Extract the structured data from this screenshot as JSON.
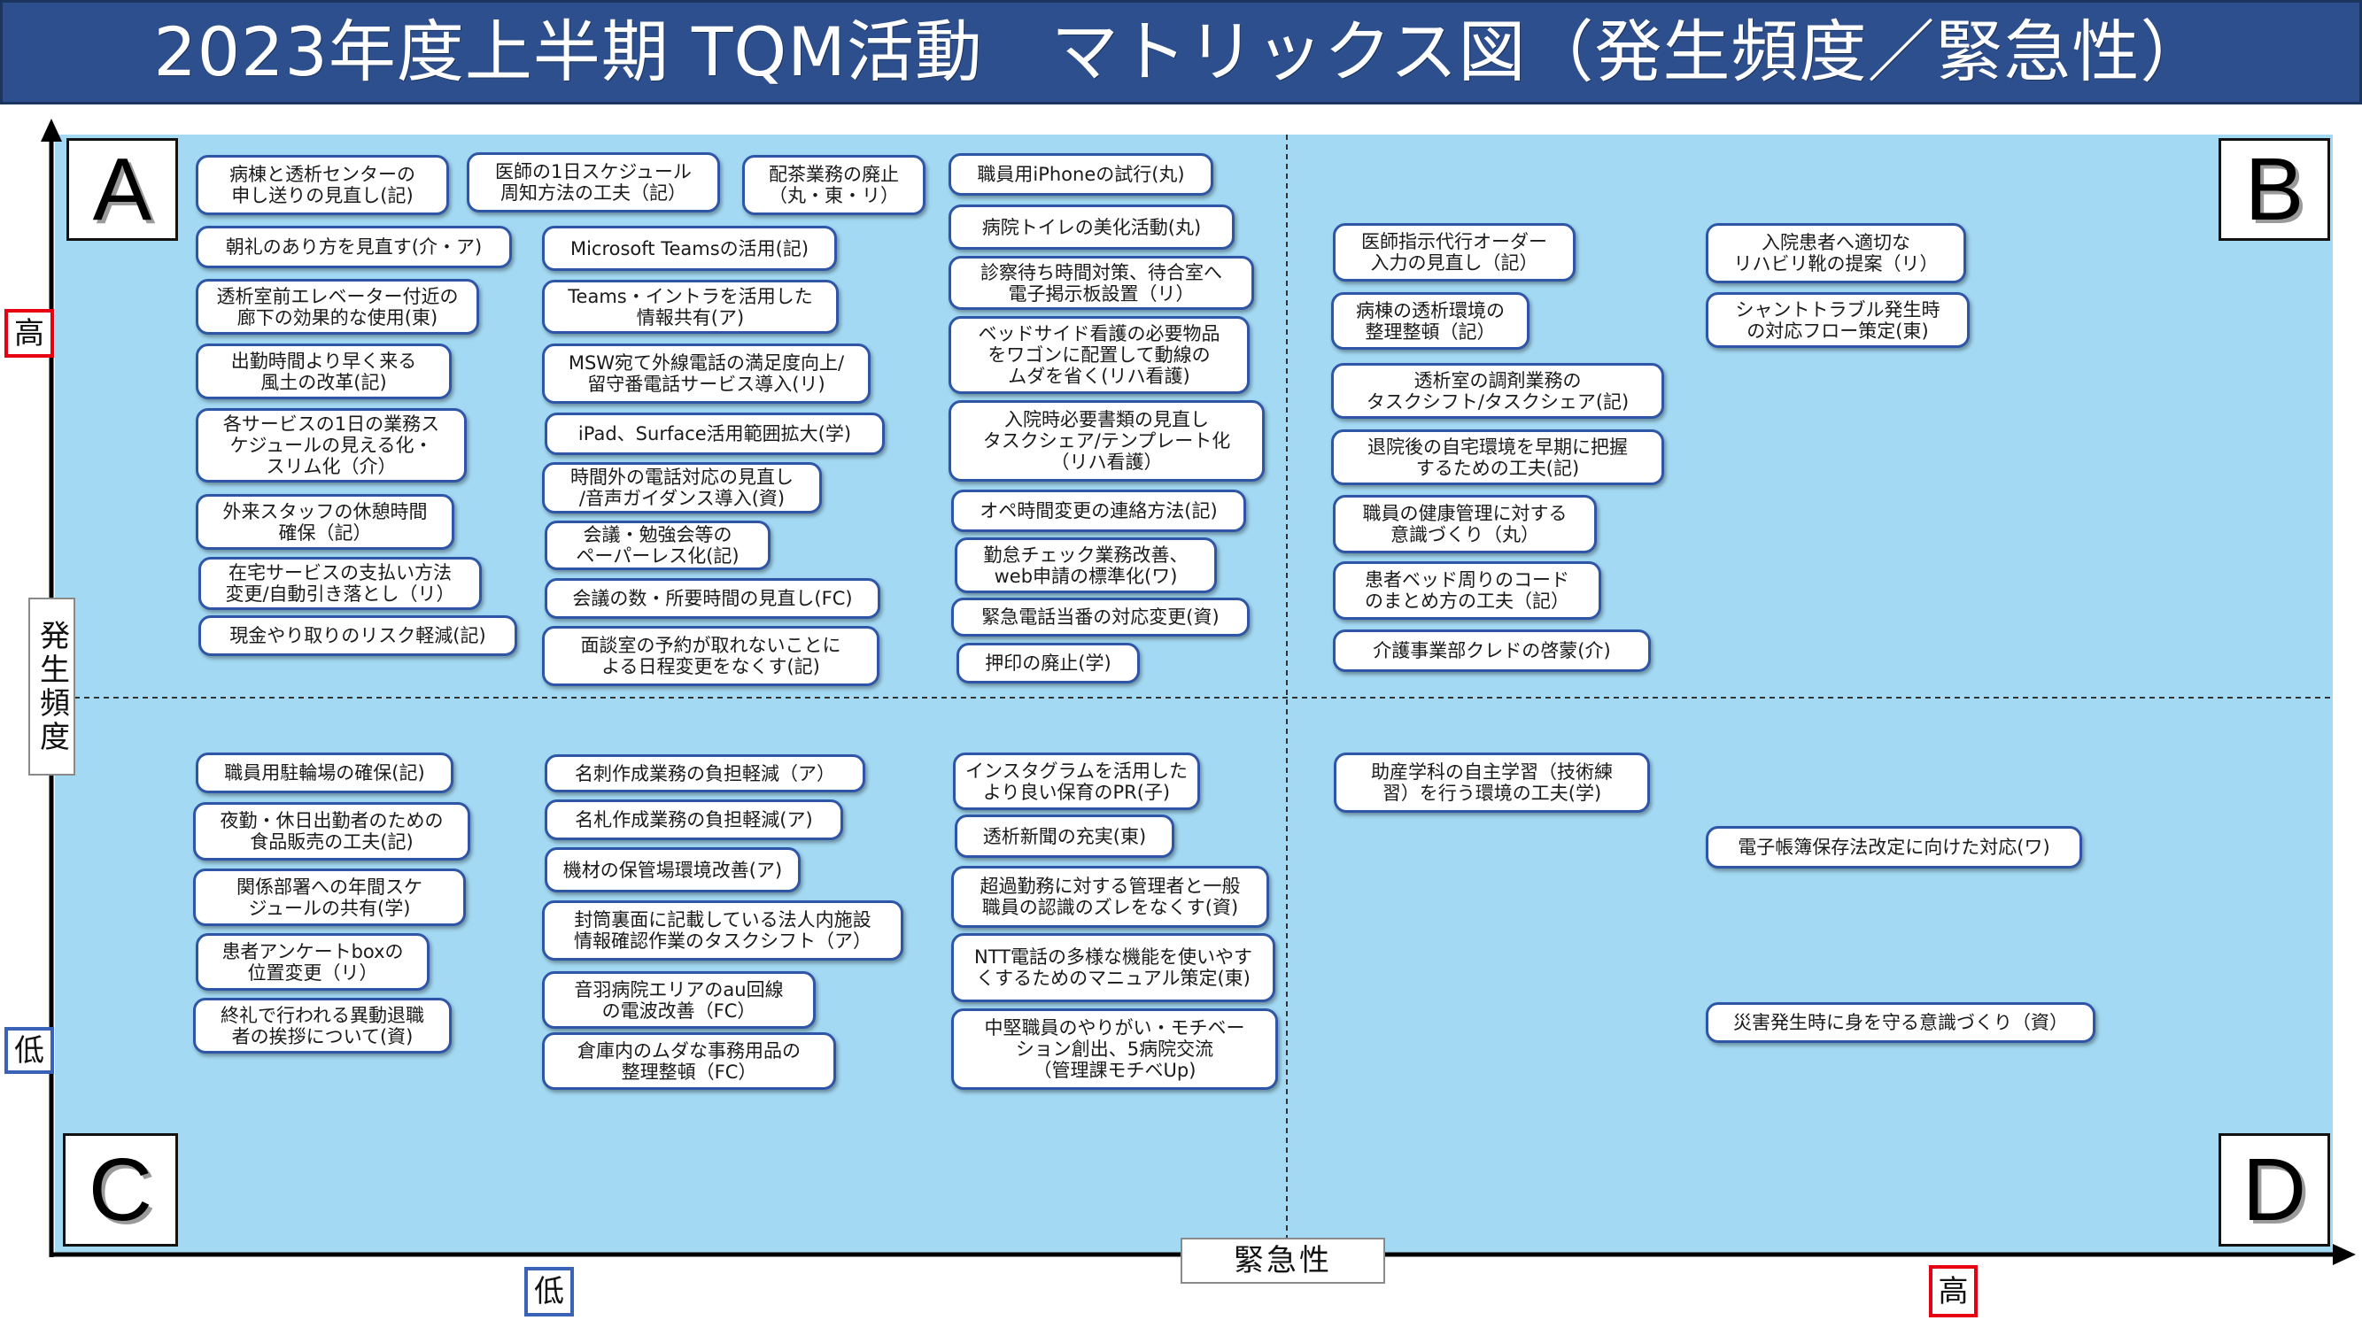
{
  "title": "2023年度上半期 TQM活動　マトリックス図（発生頻度／緊急性）",
  "y_axis": {
    "label": "発生頻度",
    "high": "高",
    "low": "低"
  },
  "x_axis": {
    "label": "緊急性",
    "low": "低",
    "high": "高"
  },
  "quadrants": {
    "A": {
      "label": "A",
      "items": [
        "病棟と透析センターの\n申し送りの見直し(記)",
        "朝礼のあり方を見直す(介・ア)",
        "透析室前エレベーター付近の\n廊下の効果的な使用(東)",
        "出勤時間より早く来る\n風土の改革(記)",
        "各サービスの1日の業務ス\nケジュールの見える化・\nスリム化（介）",
        "外来スタッフの休憩時間\n確保（記）",
        "在宅サービスの支払い方法\n変更/自動引き落とし（リ）",
        "現金やり取りのリスク軽減(記)",
        "医師の1日スケジュール\n周知方法の工夫（記）",
        "配茶業務の廃止\n（丸・東・リ）",
        "Microsoft Teamsの活用(記)",
        "Teams・イントラを活用した\n情報共有(ア)",
        "MSW宛て外線電話の満足度向上/\n留守番電話サービス導入(リ)",
        "iPad、Surface活用範囲拡大(学)",
        "時間外の電話対応の見直し\n/音声ガイダンス導入(資)",
        "会議・勉強会等の\nペーパーレス化(記)",
        "会議の数・所要時間の見直し(FC)",
        "面談室の予約が取れないことに\nよる日程変更をなくす(記)",
        "職員用iPhoneの試行(丸)",
        "病院トイレの美化活動(丸)",
        "診察待ち時間対策、待合室へ\n電子掲示板設置（リ）",
        "ベッドサイド看護の必要物品\nをワゴンに配置して動線の\nムダを省く(リハ看護)",
        "入院時必要書類の見直し\nタスクシェア/テンプレート化\n（リハ看護）",
        "オペ時間変更の連絡方法(記)",
        "勤怠チェック業務改善、\nweb申請の標準化(ワ)",
        "緊急電話当番の対応変更(資)",
        "押印の廃止(学)"
      ]
    },
    "B": {
      "label": "B",
      "items": [
        "医師指示代行オーダー\n入力の見直し（記）",
        "病棟の透析環境の\n整理整頓（記）",
        "透析室の調剤業務の\nタスクシフト/タスクシェア(記)",
        "退院後の自宅環境を早期に把握\nするための工夫(記)",
        "職員の健康管理に対する\n意識づくり（丸）",
        "患者ベッド周りのコード\nのまとめ方の工夫（記）",
        "介護事業部クレドの啓蒙(介)",
        "入院患者へ適切な\nリハビリ靴の提案（リ）",
        "シャントトラブル発生時\nの対応フロー策定(東)"
      ]
    },
    "C": {
      "label": "C",
      "items": [
        "職員用駐輪場の確保(記)",
        "夜勤・休日出勤者のための\n食品販売の工夫(記)",
        "関係部署への年間スケ\nジュールの共有(学)",
        "患者アンケートboxの\n位置変更（リ）",
        "終礼で行われる異動退職\n者の挨拶について(資)",
        "名刺作成業務の負担軽減（ア）",
        "名札作成業務の負担軽減(ア)",
        "機材の保管場環境改善(ア)",
        "封筒裏面に記載している法人内施設\n情報確認作業のタスクシフト（ア）",
        "音羽病院エリアのau回線\nの電波改善（FC）",
        "倉庫内のムダな事務用品の\n整理整頓（FC）",
        "インスタグラムを活用した\nより良い保育のPR(子)",
        "透析新聞の充実(東)",
        "超過勤務に対する管理者と一般\n職員の認識のズレをなくす(資)",
        "NTT電話の多様な機能を使いやす\nくするためのマニュアル策定(東)",
        "中堅職員のやりがい・モチベー\nション創出、5病院交流\n（管理課モチベUp)"
      ]
    },
    "D": {
      "label": "D",
      "items": [
        "助産学科の自主学習（技術練\n習）を行う環境の工夫(学)",
        "電子帳簿保存法改定に向けた対応(ワ)",
        "災害発生時に身を守る意識づくり（資）"
      ]
    }
  },
  "colors": {
    "title_bar": "#2e4f8e",
    "plot_background": "#a3d9f3",
    "card_border": "#2f56a6",
    "high_marker": "#e60012",
    "low_marker": "#3a63b8"
  }
}
